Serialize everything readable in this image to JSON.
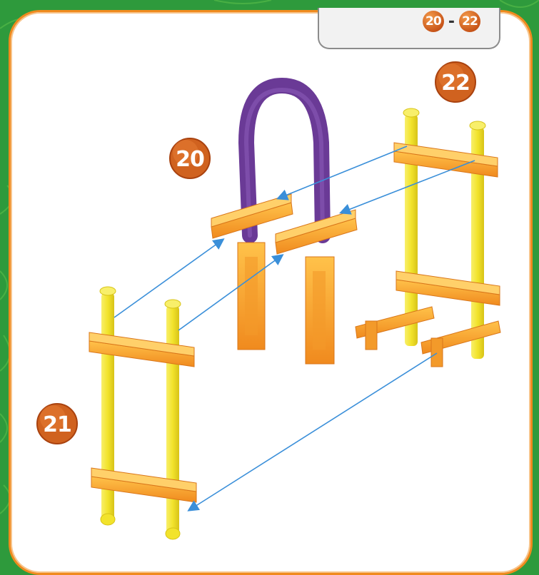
{
  "header": {
    "range_start": "20",
    "range_end": "22",
    "separator": "-"
  },
  "steps": [
    {
      "id": "step-20",
      "label": "20"
    },
    {
      "id": "step-21",
      "label": "21"
    },
    {
      "id": "step-22",
      "label": "22"
    }
  ],
  "colors": {
    "background_green": "#2e9a3c",
    "panel_border": "#f08a1e",
    "badge_orange": "#d0621f",
    "post_yellow": "#f2e32b",
    "connector_orange": "#f6a623",
    "arch_purple": "#6a3a96",
    "arrow_blue": "#3a8fd9"
  }
}
